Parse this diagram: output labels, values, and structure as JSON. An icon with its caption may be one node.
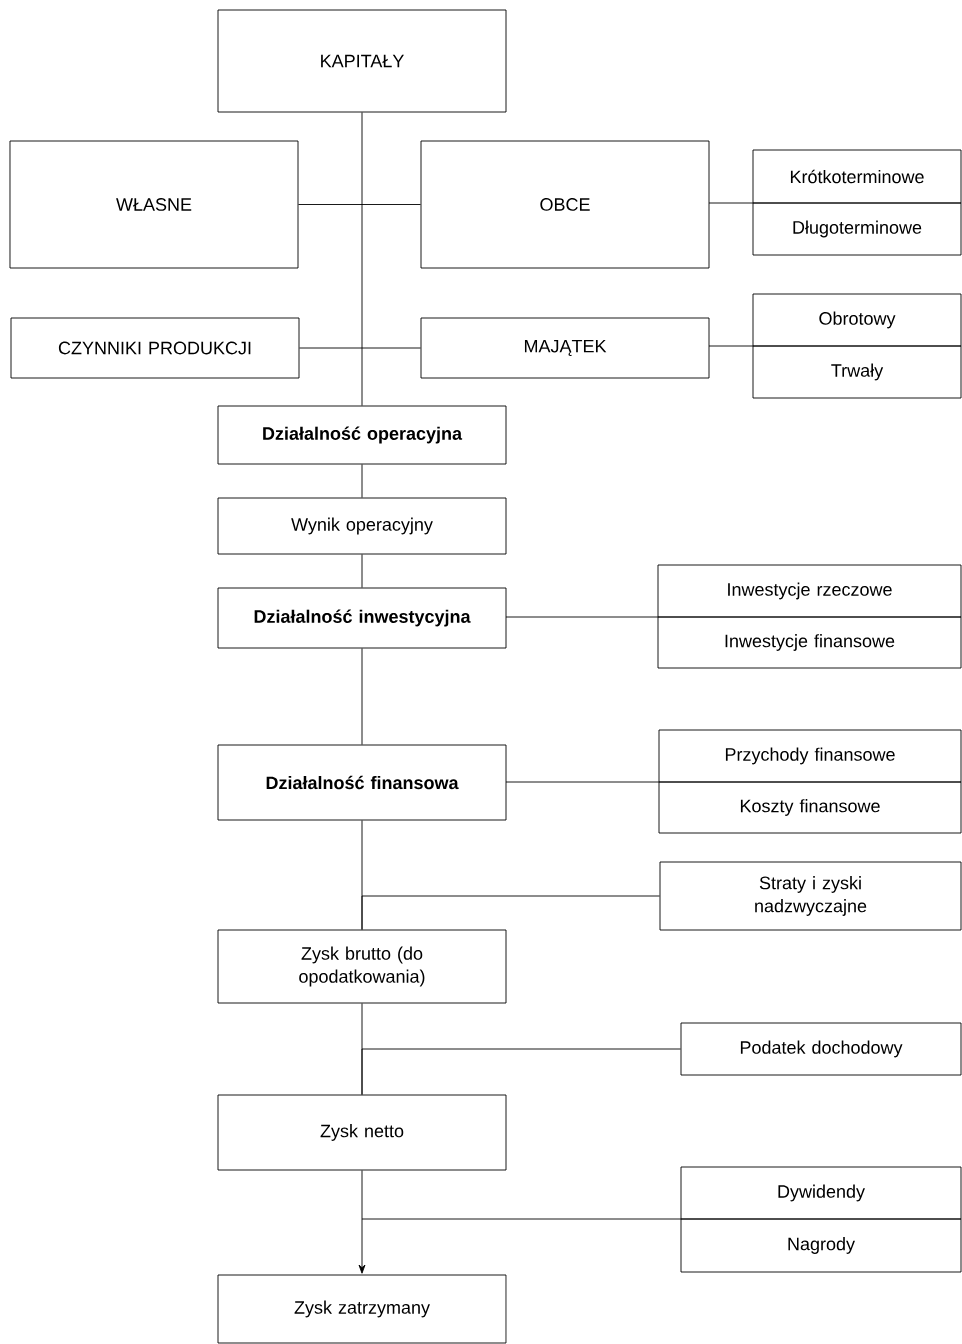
{
  "diagram": {
    "nodes": [
      {
        "text": [
          "KAPITAŁY"
        ]
      },
      {
        "text": [
          "WŁASNE"
        ]
      },
      {
        "text": [
          "OBCE"
        ]
      },
      {
        "text": [
          "Krótkoterminowe"
        ]
      },
      {
        "text": [
          "Długoterminowe"
        ]
      },
      {
        "text": [
          "CZYNNIKI PRODUKCJI"
        ]
      },
      {
        "text": [
          "MAJĄTEK"
        ]
      },
      {
        "text": [
          "Obrotowy"
        ]
      },
      {
        "text": [
          "Trwały"
        ]
      },
      {
        "text": [
          "Działalność operacyjna"
        ]
      },
      {
        "text": [
          "Wynik operacyjny"
        ]
      },
      {
        "text": [
          "Działalność inwestycyjna"
        ]
      },
      {
        "text": [
          "Inwestycje rzeczowe"
        ]
      },
      {
        "text": [
          "Inwestycje finansowe"
        ]
      },
      {
        "text": [
          "Działalność finansowa"
        ]
      },
      {
        "text": [
          "Przychody finansowe"
        ]
      },
      {
        "text": [
          "Koszty finansowe"
        ]
      },
      {
        "text": [
          "Straty i zyski nadzwyczajne"
        ]
      },
      {
        "text": [
          "Zysk brutto (do opodatkowania)"
        ]
      },
      {
        "text": [
          "Podatek dochodowy"
        ]
      },
      {
        "text": [
          "Zysk netto"
        ]
      },
      {
        "text": [
          "Dywidendy"
        ]
      },
      {
        "text": [
          "Nagrody"
        ]
      },
      {
        "text": [
          "Zysk zatrzymany"
        ]
      }
    ],
    "edges": [
      {
        "from": 0,
        "to": 9,
        "arrow": "none"
      },
      {
        "from": 1,
        "to": 2,
        "arrow": "none"
      },
      {
        "from": 2,
        "to": 3,
        "arrow": "none"
      },
      {
        "from": 2,
        "to": 4,
        "arrow": "none"
      },
      {
        "from": 5,
        "to": 6,
        "arrow": "none"
      },
      {
        "from": 6,
        "to": 7,
        "arrow": "none"
      },
      {
        "from": 6,
        "to": 8,
        "arrow": "none"
      },
      {
        "from": 9,
        "to": 10,
        "arrow": "none"
      },
      {
        "from": 10,
        "to": 11,
        "arrow": "none"
      },
      {
        "from": 11,
        "to": 12,
        "arrow": "none"
      },
      {
        "from": 11,
        "to": 13,
        "arrow": "none"
      },
      {
        "from": 11,
        "to": 14,
        "arrow": "none"
      },
      {
        "from": 14,
        "to": 15,
        "arrow": "none"
      },
      {
        "from": 14,
        "to": 16,
        "arrow": "none"
      },
      {
        "from": 14,
        "to": 18,
        "arrow": "none"
      },
      {
        "from": 17,
        "to": 18,
        "arrow": "none"
      },
      {
        "from": 18,
        "to": 20,
        "arrow": "none"
      },
      {
        "from": 19,
        "to": 20,
        "arrow": "none"
      },
      {
        "from": 20,
        "to": 23,
        "arrow": "to"
      },
      {
        "from": 20,
        "to": 21,
        "arrow": "none"
      },
      {
        "from": 20,
        "to": 22,
        "arrow": "none"
      }
    ]
  }
}
